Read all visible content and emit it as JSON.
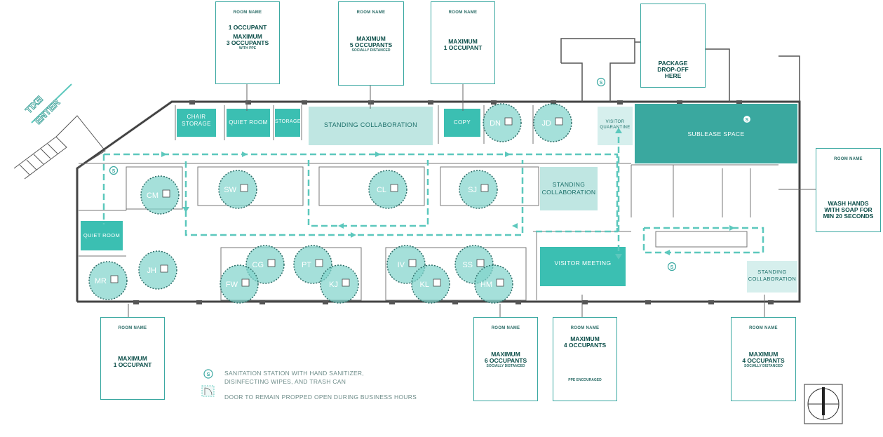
{
  "exit_enter": {
    "exit": "EXIT",
    "enter": "ENTER"
  },
  "rooms": {
    "chair_storage": "CHAIR STORAGE",
    "quiet_room_top": "QUIET ROOM",
    "storage": "STORAGE",
    "standing_collab_top": "STANDING COLLABORATION",
    "copy": "COPY",
    "visitor_quarantine": "VISITOR QUARANTINE",
    "sublease_space": "SUBLEASE SPACE",
    "standing_collab_mid": "STANDING COLLABORATION",
    "quiet_room_left": "QUIET ROOM",
    "visitor_meeting": "VISITOR MEETING",
    "standing_collab_right": "STANDING COLLABORATION"
  },
  "workstations": [
    "DN",
    "JD",
    "CM",
    "SW",
    "CL",
    "SJ",
    "MR",
    "JH",
    "CG",
    "PT",
    "FW",
    "KJ",
    "IV",
    "SS",
    "KL",
    "HM"
  ],
  "signs": {
    "top1": {
      "room_name": "ROOM NAME",
      "line1": "1 OCCUPANT",
      "line2": "MAXIMUM",
      "line3": "3 OCCUPANTS",
      "sub": "WITH PPE"
    },
    "top2": {
      "room_name": "ROOM NAME",
      "line1": "MAXIMUM",
      "line2": "5 OCCUPANTS",
      "sub": "SOCIALLY DISTANCED"
    },
    "top3": {
      "room_name": "ROOM NAME",
      "line1": "MAXIMUM",
      "line2": "1 OCCUPANT"
    },
    "package": {
      "line1": "PACKAGE",
      "line2": "DROP-OFF",
      "line3": "HERE"
    },
    "wash": {
      "room_name": "ROOM NAME",
      "line1": "WASH HANDS",
      "line2": "WITH SOAP FOR",
      "line3": "MIN 20 SECONDS"
    },
    "bottom1": {
      "room_name": "ROOM NAME",
      "line1": "MAXIMUM",
      "line2": "1 OCCUPANT"
    },
    "bottom2": {
      "room_name": "ROOM NAME",
      "line1": "MAXIMUM",
      "line2": "6 OCCUPANTS",
      "sub": "SOCIALLY DISTANCED"
    },
    "bottom3": {
      "room_name": "ROOM NAME",
      "line1": "MAXIMUM",
      "line2": "4 OCCUPANTS",
      "sub": "PPE ENCOURAGED"
    },
    "bottom4": {
      "room_name": "ROOM NAME",
      "line1": "MAXIMUM",
      "line2": "4 OCCUPANTS",
      "sub": "SOCIALLY DISTANCED"
    }
  },
  "legend": {
    "sanitation_line1": "SANITATION STATION WITH HAND SANITIZER,",
    "sanitation_line2": "DISINFECTING WIPES, AND TRASH CAN",
    "door": "DOOR TO REMAIN PROPPED OPEN DURING BUSINESS HOURS",
    "sanitation_symbol": "S"
  },
  "colors": {
    "teal_dark": "#3bbfb2",
    "teal_light": "#bfe6e2",
    "teal_sign": "#4cc2b6",
    "wall": "#4a4a4a",
    "path": "#5cc8bd"
  }
}
